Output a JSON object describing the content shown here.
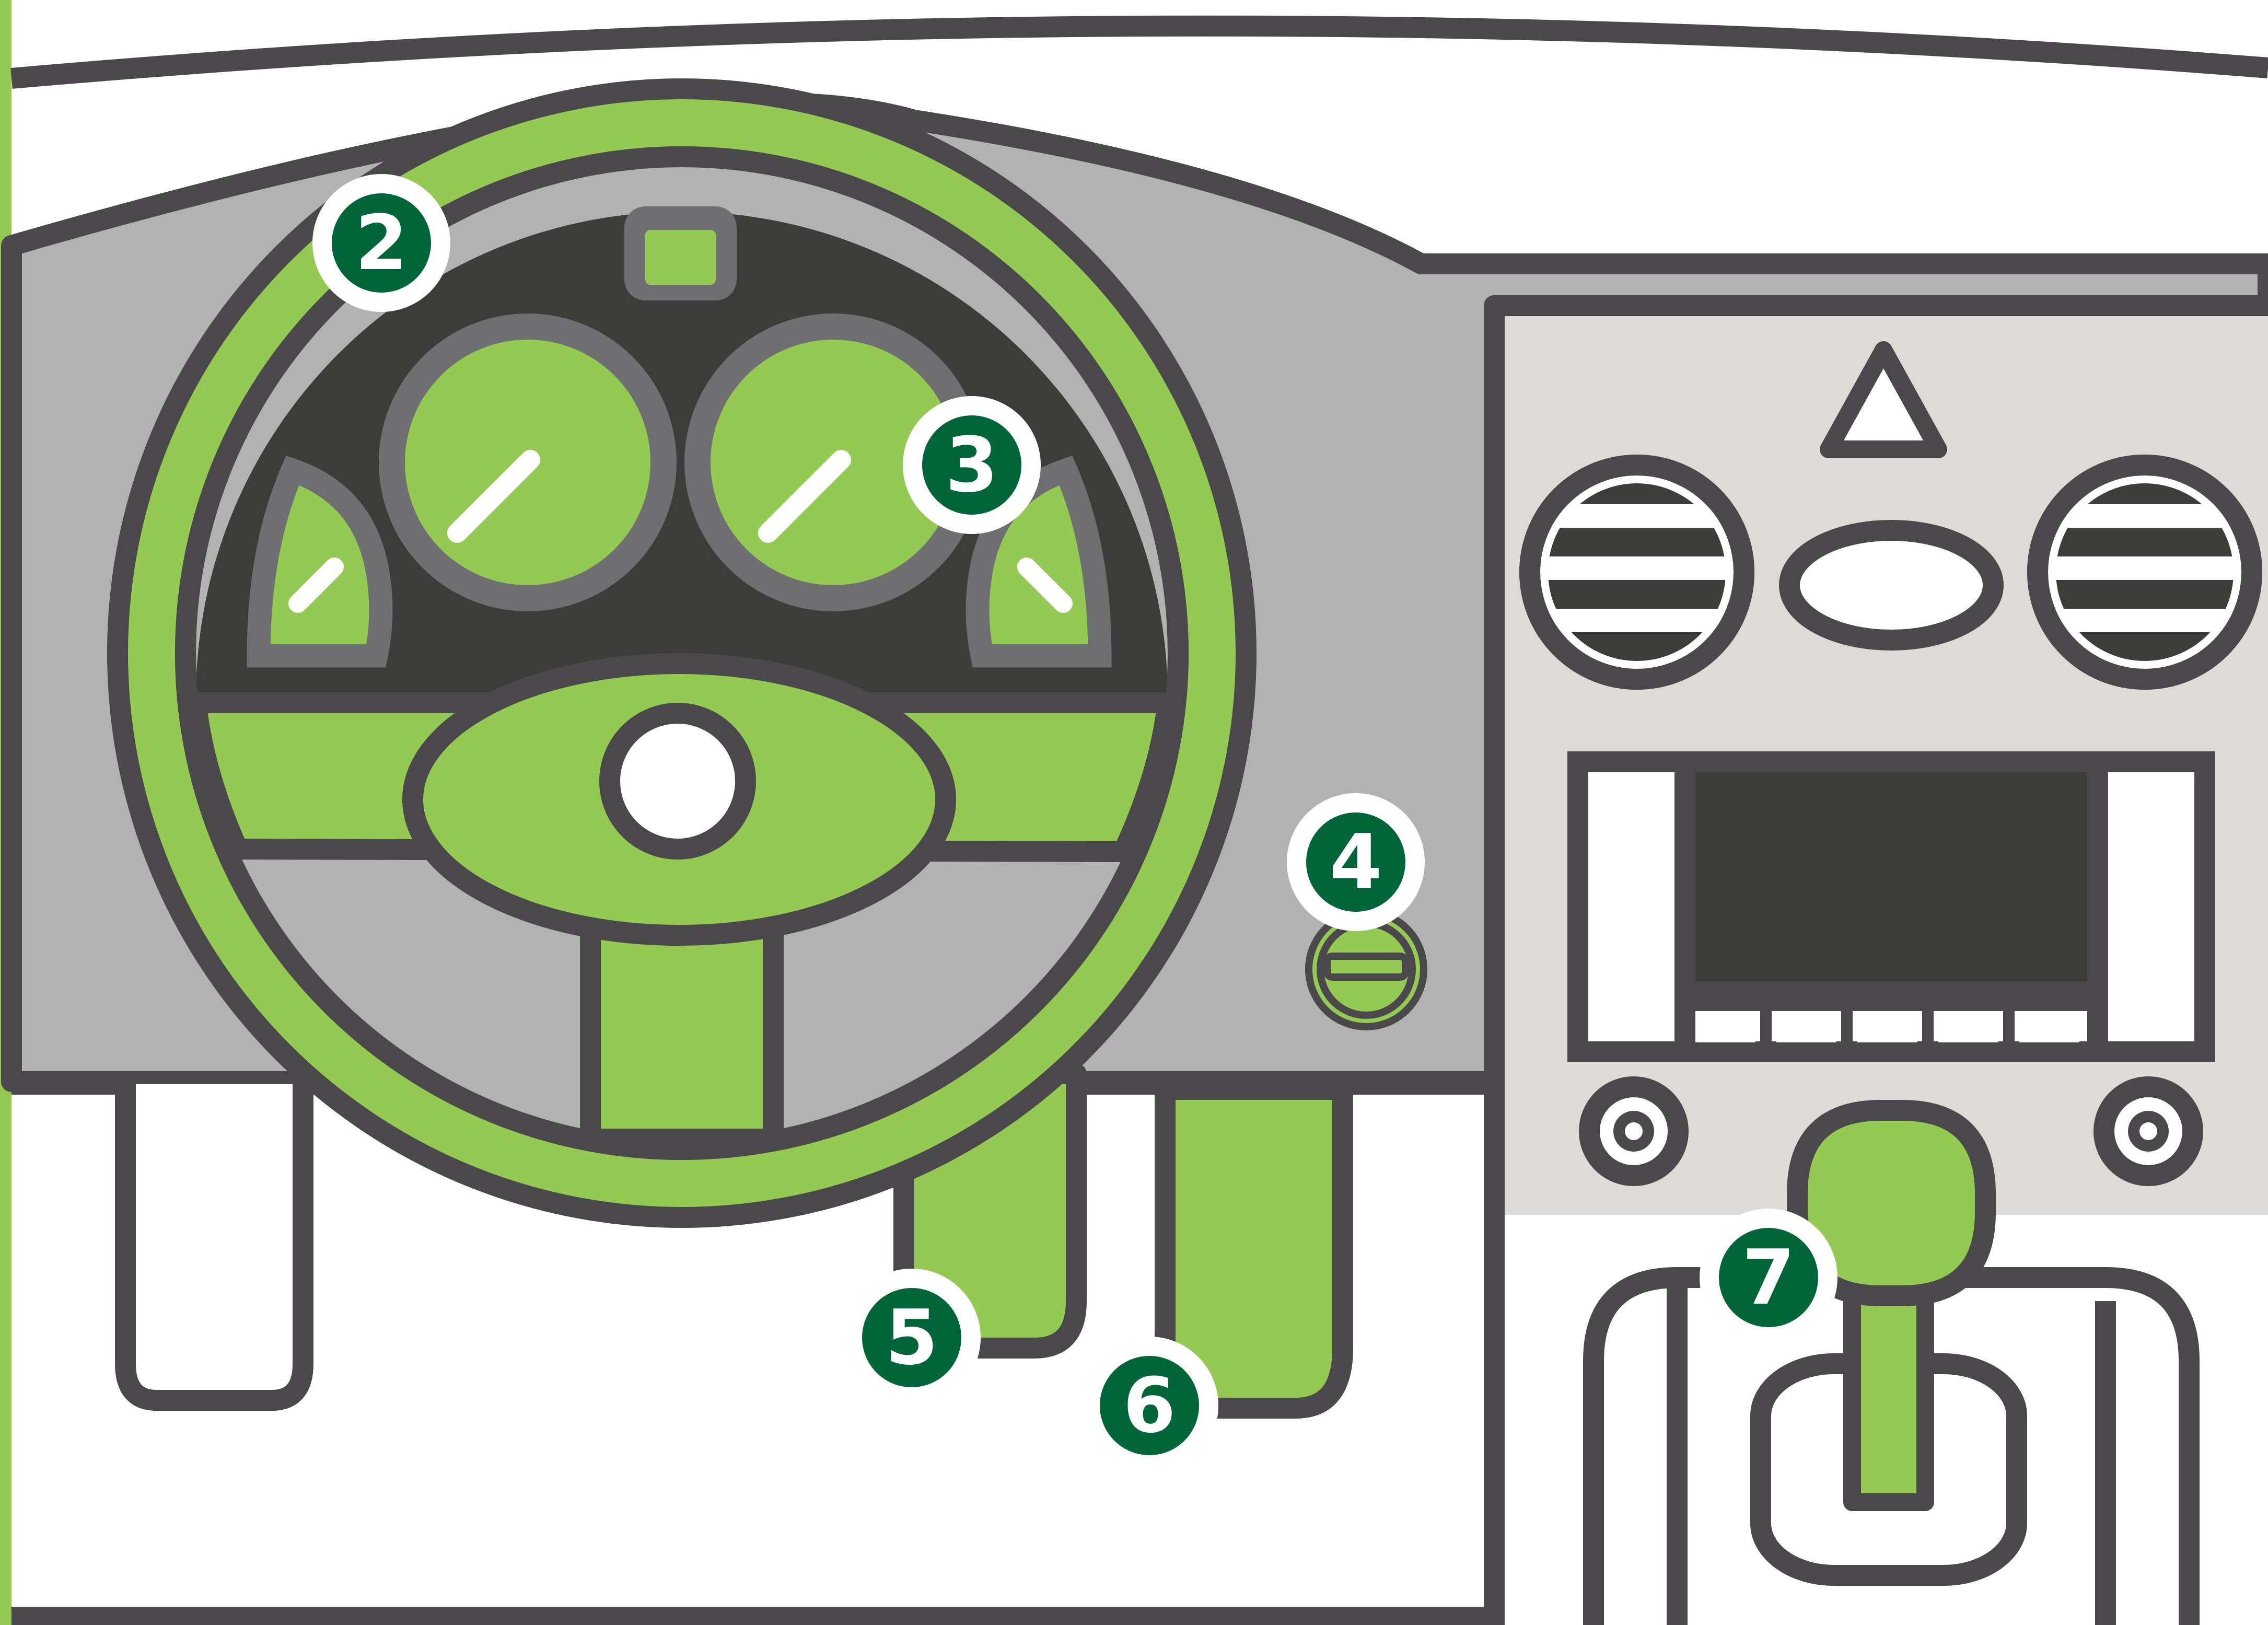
{
  "colors": {
    "outline": "#4a484b",
    "green": "#94c954",
    "dark_green": "#00663a",
    "gauge_panel": "#3c3c3a",
    "dash_gray": "#b2b2b2",
    "console_gray": "#dcdbd8",
    "white": "#ffffff"
  },
  "markers": [
    {
      "id": "instrument-cluster",
      "number": "2"
    },
    {
      "id": "gauge-area",
      "number": "3"
    },
    {
      "id": "dash-switch",
      "number": "4"
    },
    {
      "id": "brake-pedal",
      "number": "5"
    },
    {
      "id": "accelerator-pedal",
      "number": "6"
    },
    {
      "id": "gear-shifter",
      "number": "7"
    }
  ],
  "icons": {
    "hazard": "warning-triangle-icon",
    "vent": "air-vent-icon"
  }
}
